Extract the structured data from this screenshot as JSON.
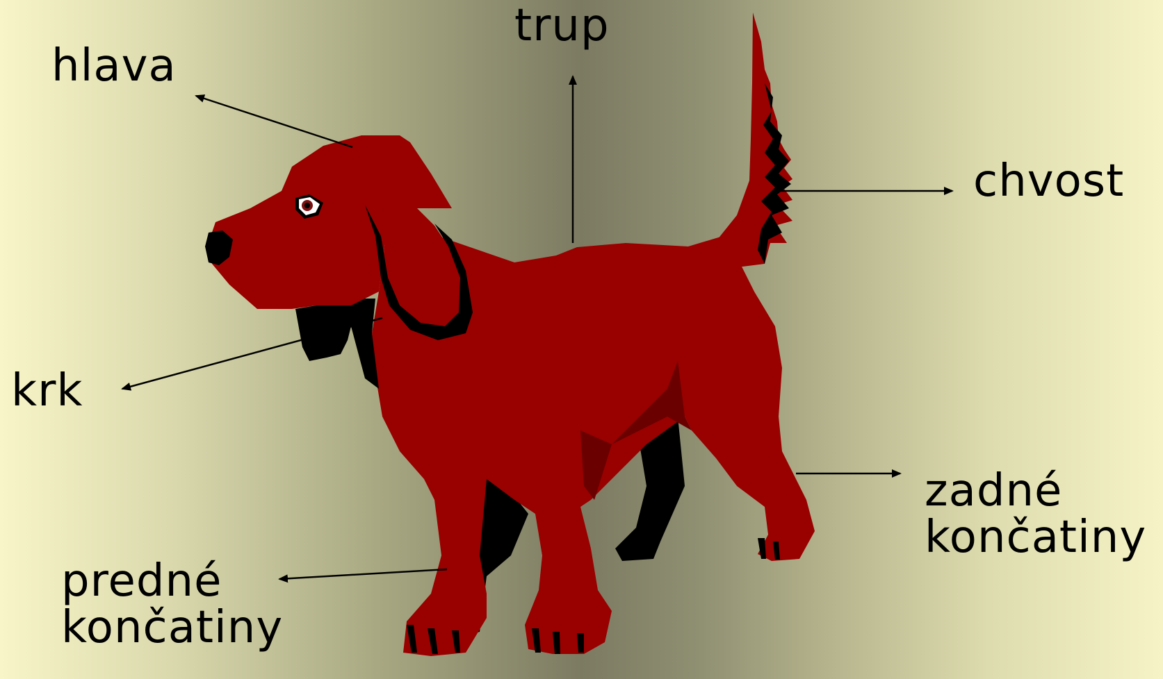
{
  "labels": {
    "head": "hlava",
    "body": "trup",
    "tail": "chvost",
    "neck": "krk",
    "hind_legs": [
      "zadné",
      "končatiny"
    ],
    "front_legs": [
      "predné",
      "končatiny"
    ]
  },
  "colors": {
    "dog_red": "#990000",
    "dog_shadow": "#6b0000",
    "dog_dark": "#000000",
    "arrow": "#000000"
  }
}
